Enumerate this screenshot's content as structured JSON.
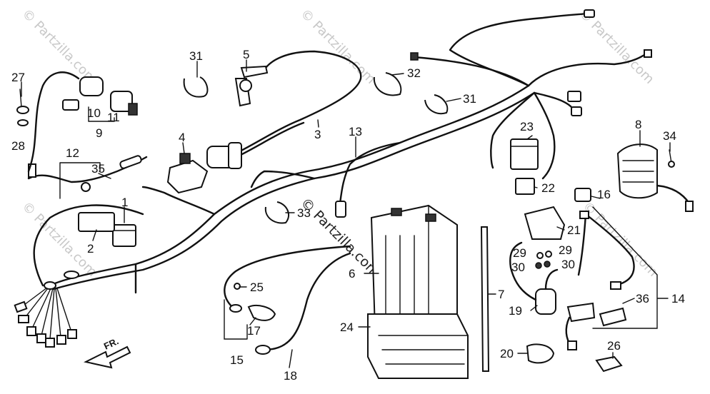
{
  "watermark": {
    "text": "© Partzilla.com",
    "center_text": "© Partzilla.com"
  },
  "direction": {
    "label": "FR."
  },
  "callouts": [
    {
      "id": "c1",
      "text": "1"
    },
    {
      "id": "c2",
      "text": "2"
    },
    {
      "id": "c3",
      "text": "3"
    },
    {
      "id": "c4",
      "text": "4"
    },
    {
      "id": "c5",
      "text": "5"
    },
    {
      "id": "c6",
      "text": "6"
    },
    {
      "id": "c7",
      "text": "7"
    },
    {
      "id": "c8",
      "text": "8"
    },
    {
      "id": "c9",
      "text": "9"
    },
    {
      "id": "c10",
      "text": "10"
    },
    {
      "id": "c11",
      "text": "11"
    },
    {
      "id": "c12",
      "text": "12"
    },
    {
      "id": "c13",
      "text": "13"
    },
    {
      "id": "c14",
      "text": "14"
    },
    {
      "id": "c15",
      "text": "15"
    },
    {
      "id": "c16",
      "text": "16"
    },
    {
      "id": "c17",
      "text": "17"
    },
    {
      "id": "c18",
      "text": "18"
    },
    {
      "id": "c19",
      "text": "19"
    },
    {
      "id": "c20",
      "text": "20"
    },
    {
      "id": "c21",
      "text": "21"
    },
    {
      "id": "c22",
      "text": "22"
    },
    {
      "id": "c23",
      "text": "23"
    },
    {
      "id": "c24",
      "text": "24"
    },
    {
      "id": "c25",
      "text": "25"
    },
    {
      "id": "c26",
      "text": "26"
    },
    {
      "id": "c27",
      "text": "27"
    },
    {
      "id": "c28",
      "text": "28"
    },
    {
      "id": "c29a",
      "text": "29"
    },
    {
      "id": "c29b",
      "text": "29"
    },
    {
      "id": "c30a",
      "text": "30"
    },
    {
      "id": "c30b",
      "text": "30"
    },
    {
      "id": "c31a",
      "text": "31"
    },
    {
      "id": "c31b",
      "text": "31"
    },
    {
      "id": "c32",
      "text": "32"
    },
    {
      "id": "c33",
      "text": "33"
    },
    {
      "id": "c34",
      "text": "34"
    },
    {
      "id": "c35",
      "text": "35"
    },
    {
      "id": "c36",
      "text": "36"
    }
  ]
}
